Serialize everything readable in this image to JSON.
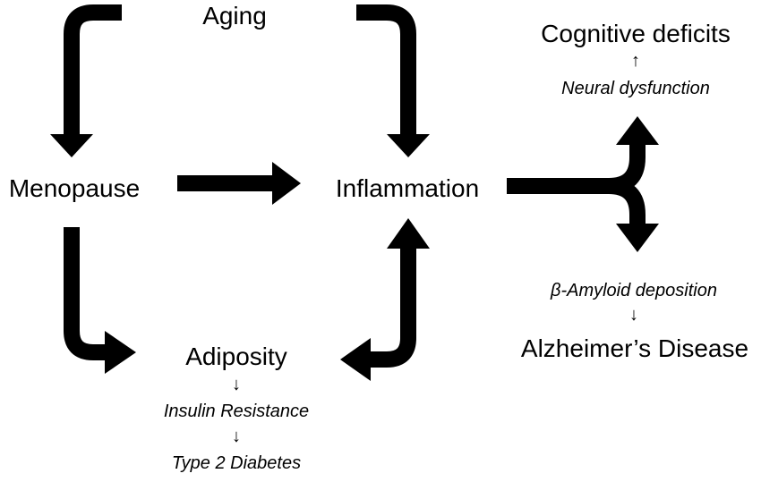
{
  "nodes": {
    "aging": "Aging",
    "menopause": "Menopause",
    "inflammation": "Inflammation",
    "adiposity": "Adiposity",
    "insulin_resistance": "Insulin Resistance",
    "type2_diabetes": "Type 2 Diabetes",
    "cognitive_deficits": "Cognitive deficits",
    "neural_dysfunction": "Neural dysfunction",
    "amyloid_deposition": "β-Amyloid deposition",
    "alzheimers": "Alzheimer’s Disease"
  },
  "small_arrows": {
    "down": "↓",
    "up": "↑"
  },
  "colors": {
    "arrow": "#000000",
    "text": "#000000",
    "background": "#ffffff"
  }
}
